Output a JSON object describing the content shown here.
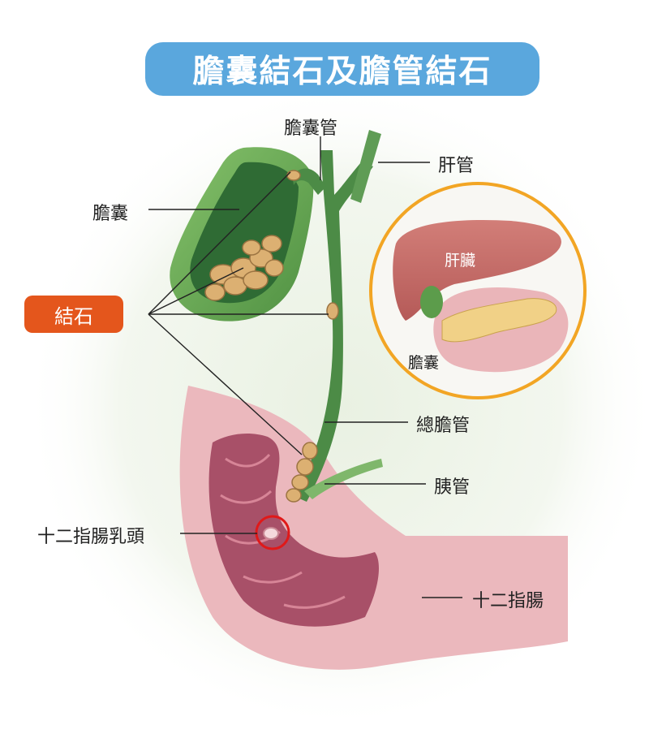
{
  "title": "膽囊結石及膽管結石",
  "labels": {
    "cystic_duct": "膽囊管",
    "hepatic_duct": "肝管",
    "gallbladder": "膽囊",
    "stones": "結石",
    "common_bile_duct": "總膽管",
    "pancreatic_duct": "胰管",
    "duodenal_papilla": "十二指腸乳頭",
    "duodenum": "十二指腸"
  },
  "inset": {
    "liver": "肝臟",
    "gallbladder": "膽囊"
  },
  "colors": {
    "title_bg": "#5aa7dd",
    "stones_bg": "#e4561c",
    "duct_green": "#3f7d3a",
    "gallbladder_green": "#69ad52",
    "stone_tan": "#d8ad6b",
    "duodenum_pink": "#e7a9b0",
    "duodenum_inner": "#a24d62",
    "inset_ring": "#f2a524",
    "liver": "#c7716b",
    "highlight_circle": "#e01919"
  }
}
